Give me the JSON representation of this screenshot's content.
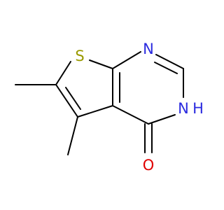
{
  "molecule": {
    "colors": {
      "bond": "#000000",
      "sulfur": "#9a9a00",
      "nitrogen": "#2a2adf",
      "oxygen": "#e00000"
    },
    "atoms": {
      "sulfur": "S",
      "nitrogen_top": "N",
      "nitrogen_h": "N",
      "hydrogen": "H",
      "oxygen": "O"
    }
  }
}
